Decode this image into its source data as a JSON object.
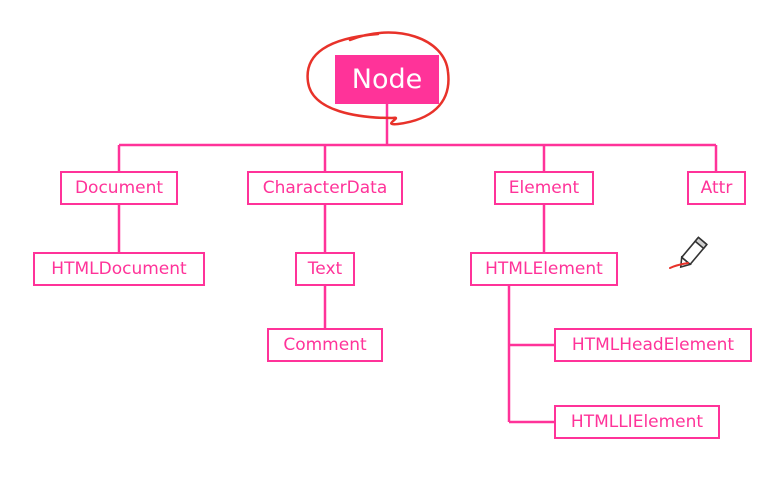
{
  "colors": {
    "accent": "#ff3399",
    "annotation": "#e8322a"
  },
  "diagram": {
    "root": {
      "label": "Node"
    },
    "nodes": [
      {
        "id": "document",
        "label": "Document"
      },
      {
        "id": "characterdata",
        "label": "CharacterData"
      },
      {
        "id": "element",
        "label": "Element"
      },
      {
        "id": "attr",
        "label": "Attr"
      },
      {
        "id": "htmldocument",
        "label": "HTMLDocument"
      },
      {
        "id": "text",
        "label": "Text"
      },
      {
        "id": "comment",
        "label": "Comment"
      },
      {
        "id": "htmlelement",
        "label": "HTMLElement"
      },
      {
        "id": "htmlheadelement",
        "label": "HTMLHeadElement"
      },
      {
        "id": "htmllielement",
        "label": "HTMLLIElement"
      }
    ],
    "edges": [
      [
        "node",
        "document"
      ],
      [
        "node",
        "characterdata"
      ],
      [
        "node",
        "element"
      ],
      [
        "node",
        "attr"
      ],
      [
        "document",
        "htmldocument"
      ],
      [
        "characterdata",
        "text"
      ],
      [
        "text",
        "comment"
      ],
      [
        "element",
        "htmlelement"
      ],
      [
        "htmlelement",
        "htmlheadelement"
      ],
      [
        "htmlelement",
        "htmllielement"
      ]
    ]
  },
  "annotation": {
    "icon": "pen-cursor-icon"
  }
}
